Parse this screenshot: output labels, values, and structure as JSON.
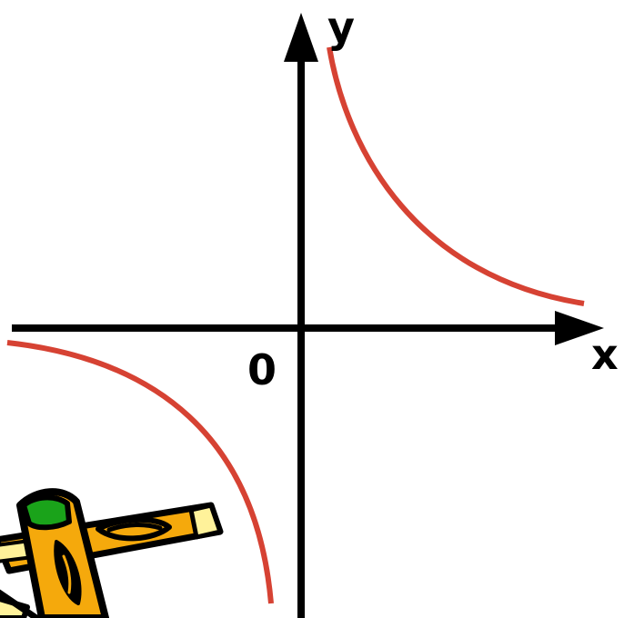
{
  "diagram": {
    "type": "hyperbola-graph",
    "axes": {
      "x_label": "x",
      "y_label": "y",
      "origin_label": "0"
    },
    "colors": {
      "axes": "#000000",
      "curve": "#d64233",
      "pencil_body": "#f5a90c",
      "pencil_highlight": "#fff29a",
      "pencil_eraser": "#1aa31a",
      "outline": "#000000"
    },
    "decoration": {
      "clipart": "crossed-pencils"
    }
  }
}
